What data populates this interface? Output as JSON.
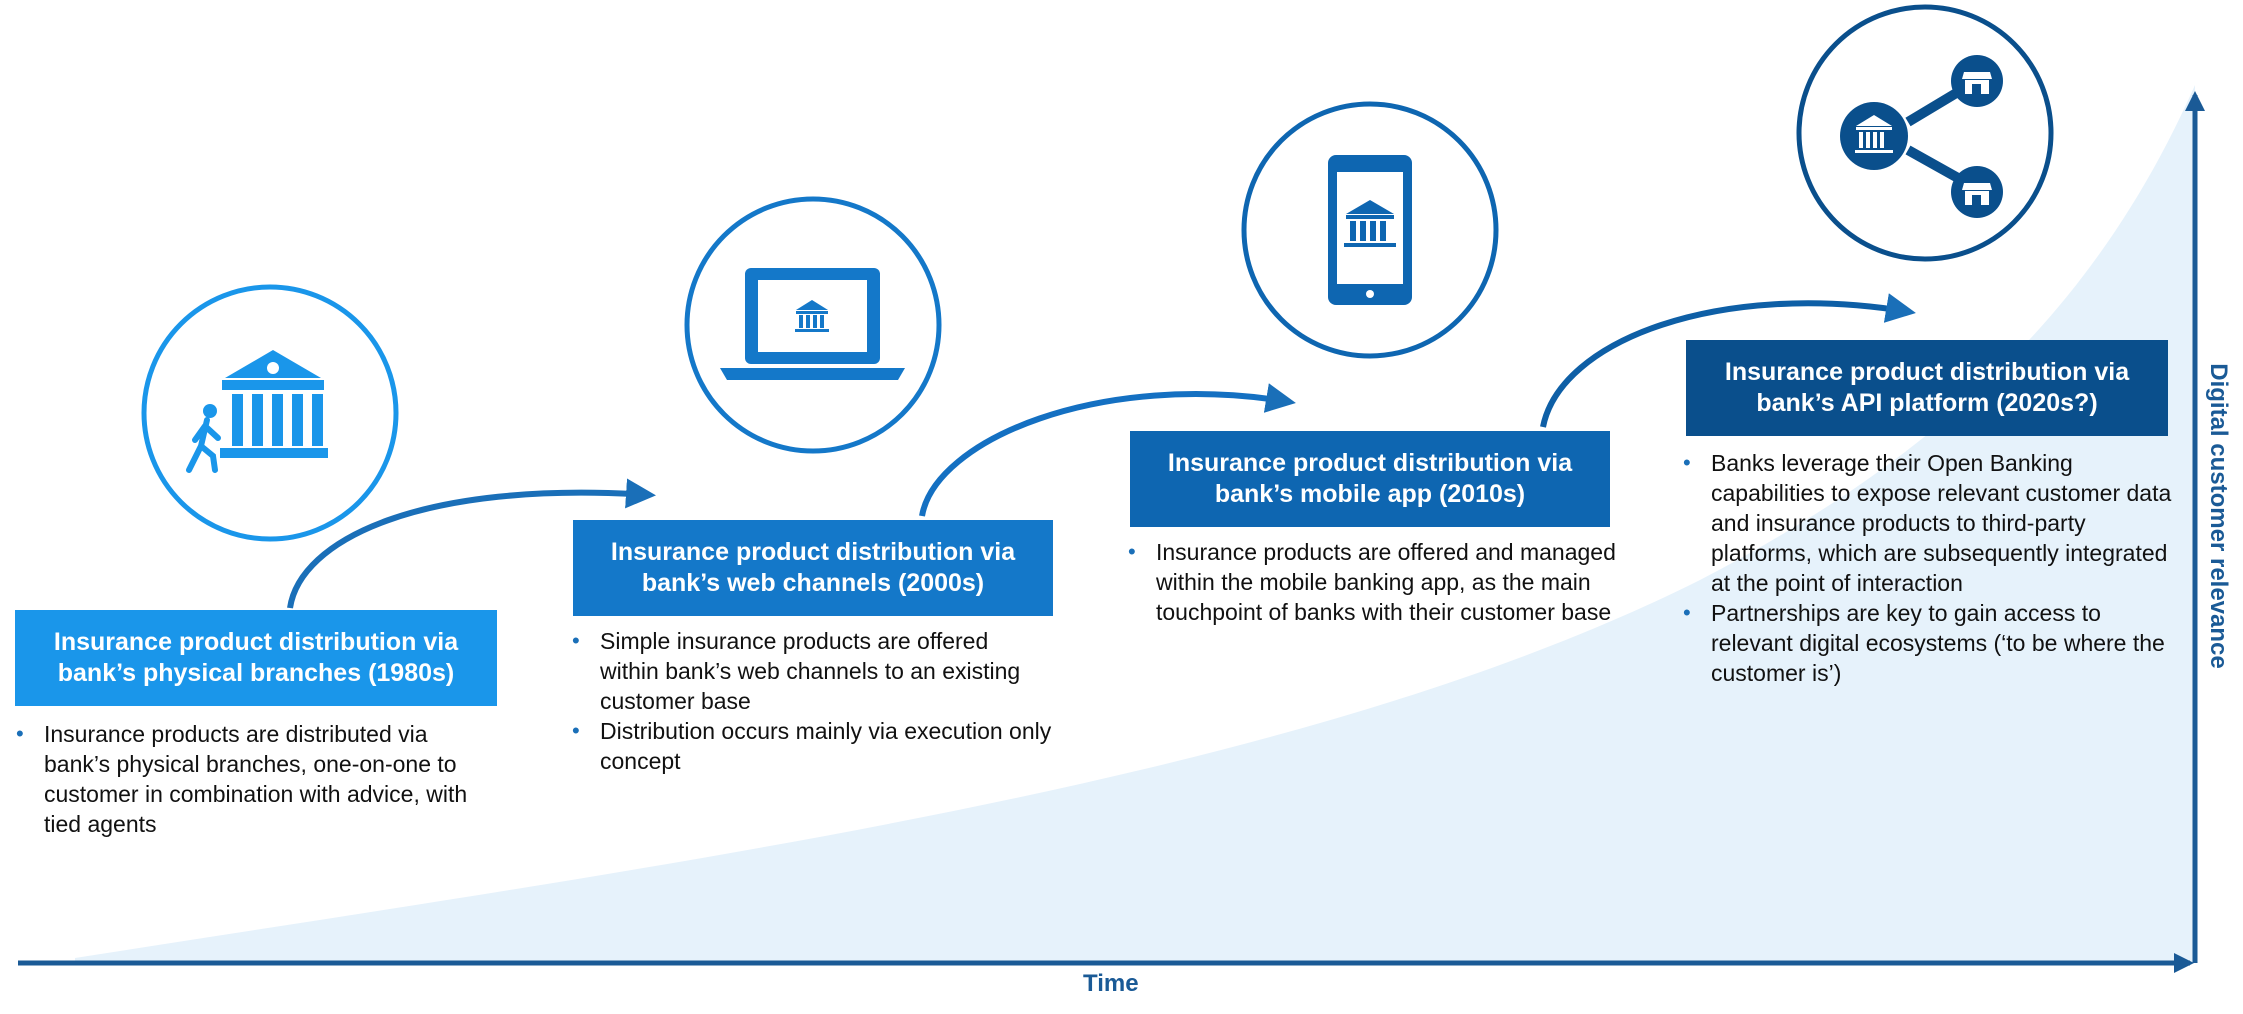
{
  "axes": {
    "x_label": "Time",
    "y_label": "Digital customer relevance"
  },
  "colors": {
    "stage1": "#1a96ea",
    "stage2": "#1478c9",
    "stage3": "#0e66b1",
    "stage4": "#0a4f8c",
    "axis": "#1a5a96",
    "area": "#e6f2fb"
  },
  "stages": [
    {
      "title_line1": "Insurance product distribution via",
      "title_line2": "bank’s physical branches (1980s)",
      "icon": "bank-branch-with-walking-person-icon",
      "bullets": [
        "Insurance products are distributed via bank’s physical branches, one-on-one to customer in combination with advice, with tied agents"
      ]
    },
    {
      "title_line1": "Insurance product distribution via",
      "title_line2": "bank’s web channels (2000s)",
      "icon": "laptop-bank-icon",
      "bullets": [
        "Simple insurance products are offered within bank’s web channels to an existing customer base",
        "Distribution occurs mainly via execution only concept"
      ]
    },
    {
      "title_line1": "Insurance product distribution via",
      "title_line2": "bank’s mobile app (2010s)",
      "icon": "smartphone-bank-icon",
      "bullets": [
        "Insurance products are offered and managed within the mobile banking app, as the main touchpoint of banks with their customer base"
      ]
    },
    {
      "title_line1": "Insurance product distribution via",
      "title_line2": "bank’s API platform (2020s?)",
      "icon": "bank-api-network-icon",
      "bullets": [
        "Banks leverage their Open Banking capabilities to expose relevant customer data and insurance products to third-party platforms, which are subsequently integrated at the point of interaction",
        "Partnerships are key to gain access to relevant digital ecosystems (‘to be where the customer is’)"
      ]
    }
  ]
}
